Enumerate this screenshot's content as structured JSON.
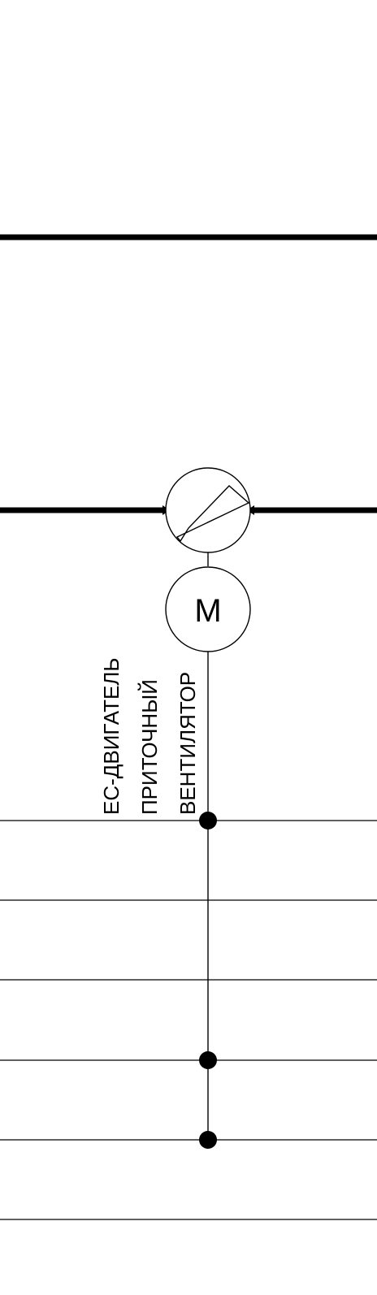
{
  "diagram": {
    "motor_symbol": "M",
    "label_lines": [
      "ЕС-ДВИГАТЕЛЬ",
      "ПРИТОЧНЫЙ",
      "ВЕНТИЛЯТОР"
    ],
    "colors": {
      "line": "#000000",
      "background": "#ffffff"
    }
  }
}
